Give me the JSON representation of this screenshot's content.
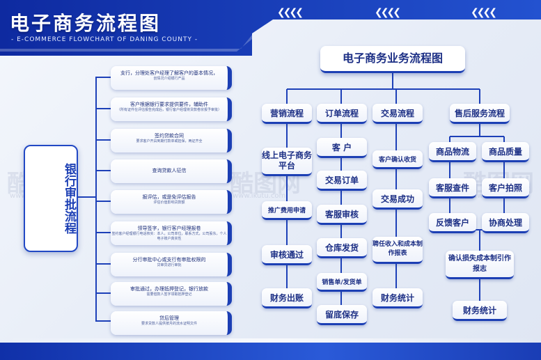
{
  "header": {
    "title": "电子商务流程图",
    "subtitle": "- E-COMMERCE FLOWCHART OF DANING COUNTY -"
  },
  "watermark": {
    "text": "酷图网",
    "url": "www.ikutu.com"
  },
  "loan_process": {
    "label": "银行审批流程",
    "steps": [
      {
        "main": "支行，分理处客户经理了解客户的基本情况，",
        "sub": "创情况介绍银行产品"
      },
      {
        "main": "客户根据银行要求提供要件，辅助件",
        "sub": "（所有证件在评估报告完成后，银行客户经理将贷款卷宗报予审批）"
      },
      {
        "main": "签约贷款合同",
        "sub": "要求客户开具到期付款单或担保，两证齐全"
      },
      {
        "main": "查询贷款人征信",
        "sub": ""
      },
      {
        "main": "报评估，或是免评估报告",
        "sub": "评估价值影响贷款额"
      },
      {
        "main": "领导签字，银行客户经理报卷",
        "sub": "签约客户经理银行电话核实：本人，公司单位，联系方式，公司股东，个人电子账户真实性"
      },
      {
        "main": "分行审批中心或支行有审批权限的",
        "sub": "贷审员进行审批"
      },
      {
        "main": "审批通过，办理抵押登记，银行放款",
        "sub": "需要借款人签字领取抵押登记"
      },
      {
        "main": "贷后管理",
        "sub": "要求贷款人提供按月的流水证明文件"
      }
    ]
  },
  "business_flow": {
    "title": "电子商务业务流程图",
    "marketing": {
      "header": "营销流程",
      "items": [
        "线上电子商务平台",
        "推广费用申请",
        "审核通过",
        "财务出账"
      ]
    },
    "order": {
      "header": "订单流程",
      "items": [
        "客 户",
        "交易订单",
        "客服审核",
        "仓库发货",
        "销售单/发货单",
        "留底保存"
      ]
    },
    "trade": {
      "header": "交易流程",
      "items": [
        "客户确认收货",
        "交易成功",
        "聘任收入和成本制作报表",
        "财务统计"
      ]
    },
    "aftersale": {
      "header": "售后服务流程",
      "items": [
        "商品物流",
        "商品质量",
        "客服查件",
        "客户拍照",
        "反馈客户",
        "协商处理",
        "确认损失成本制引作报志",
        "财务统计"
      ]
    }
  }
}
